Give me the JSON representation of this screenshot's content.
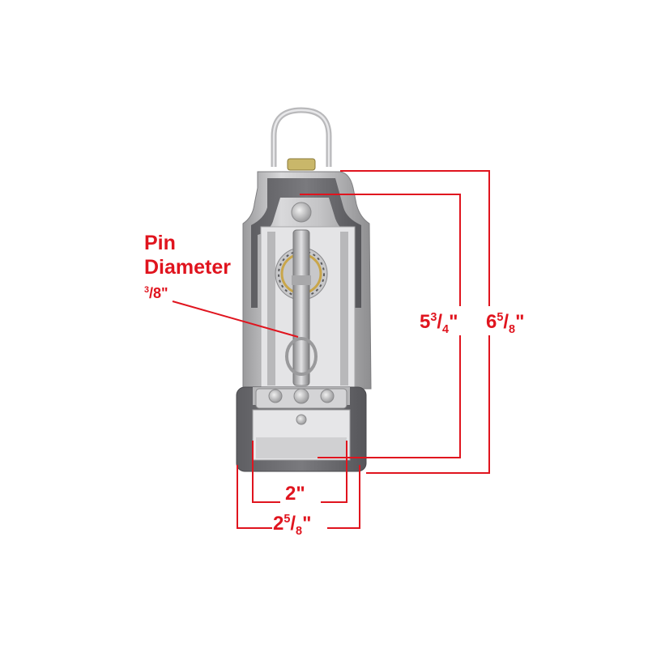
{
  "diagram": {
    "subject": "coupler",
    "background": "#ffffff",
    "annotation_color": "#e0141e",
    "labels": {
      "pin_title_line1": "Pin",
      "pin_title_line2": "Diameter",
      "pin_diameter": {
        "num": "3",
        "den": "8",
        "unit": "\""
      },
      "inner_height": {
        "whole": "5",
        "num": "3",
        "den": "4",
        "unit": "\""
      },
      "overall_height": {
        "whole": "6",
        "num": "5",
        "den": "8",
        "unit": "\""
      },
      "inner_width": {
        "whole": "2",
        "unit": "\""
      },
      "overall_width": {
        "whole": "2",
        "num": "5",
        "den": "8",
        "unit": "\""
      }
    }
  }
}
